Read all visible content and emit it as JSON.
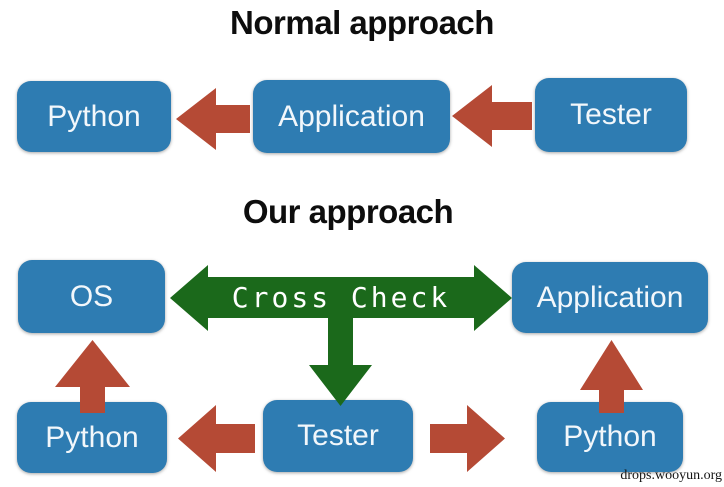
{
  "normal": {
    "title": "Normal approach",
    "nodes": [
      "Python",
      "Application",
      "Tester"
    ]
  },
  "our": {
    "title": "Our approach",
    "cross_check_label": "Cross Check",
    "top_nodes": [
      "OS",
      "Application"
    ],
    "bottom_nodes": [
      "Python",
      "Tester",
      "Python"
    ]
  },
  "watermark": {
    "text": "drops.wooyun.org"
  },
  "colors": {
    "node_fill": "#2e7cb2",
    "arrow_red": "#b54a35",
    "arrow_green": "#1b691b",
    "title": "#0d0d0d"
  }
}
